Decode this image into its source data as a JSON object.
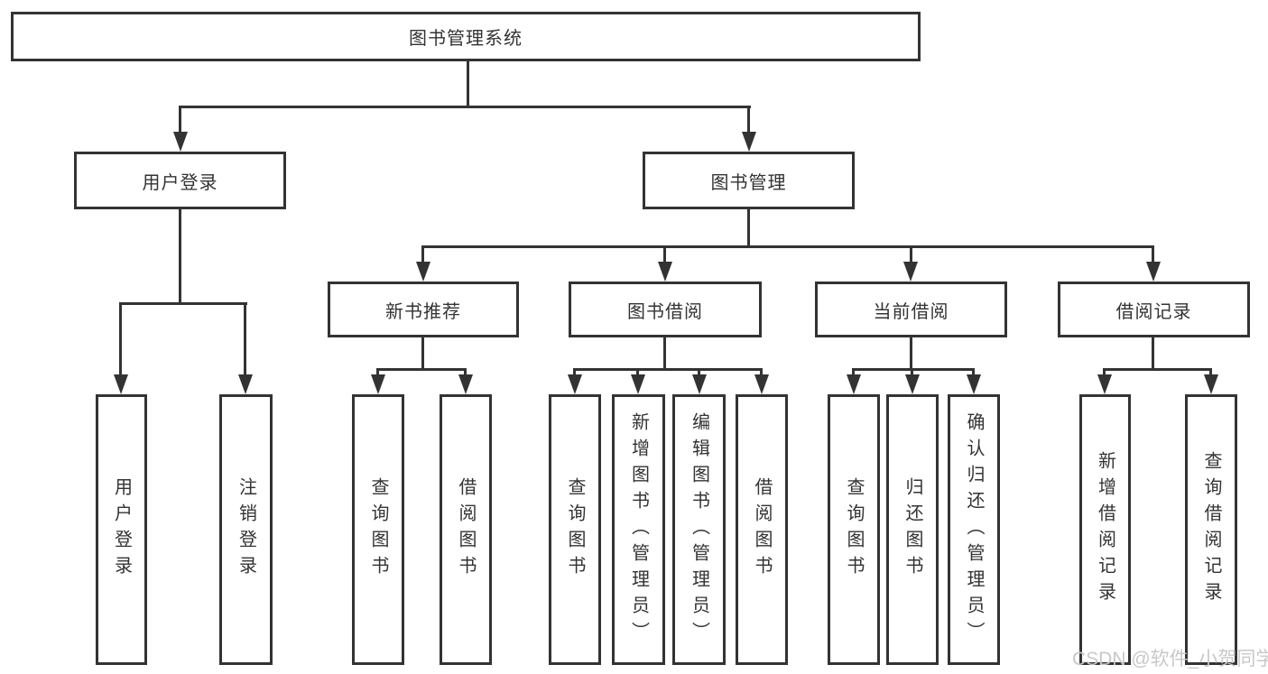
{
  "diagram": {
    "title": "图书管理系统",
    "branches": [
      {
        "label": "用户登录",
        "children": [
          {
            "label": "用户登录"
          },
          {
            "label": "注销登录"
          }
        ]
      },
      {
        "label": "图书管理",
        "children": [
          {
            "label": "新书推荐",
            "children": [
              {
                "label": "查询图书"
              },
              {
                "label": "借阅图书"
              }
            ]
          },
          {
            "label": "图书借阅",
            "children": [
              {
                "label": "查询图书"
              },
              {
                "label": "新增图书（管理员）"
              },
              {
                "label": "编辑图书（管理员）"
              },
              {
                "label": "借阅图书"
              }
            ]
          },
          {
            "label": "当前借阅",
            "children": [
              {
                "label": "查询图书"
              },
              {
                "label": "归还图书"
              },
              {
                "label": "确认归还（管理员）"
              }
            ]
          },
          {
            "label": "借阅记录",
            "children": [
              {
                "label": "新增借阅记录"
              },
              {
                "label": "查询借阅记录"
              }
            ]
          }
        ]
      }
    ]
  },
  "watermark": {
    "text": "CSDN @软件_小贺同学"
  },
  "colors": {
    "line": "#333333",
    "box_border": "#333333",
    "text": "#333333",
    "watermark": "#c8c8c8",
    "background": "#ffffff"
  }
}
